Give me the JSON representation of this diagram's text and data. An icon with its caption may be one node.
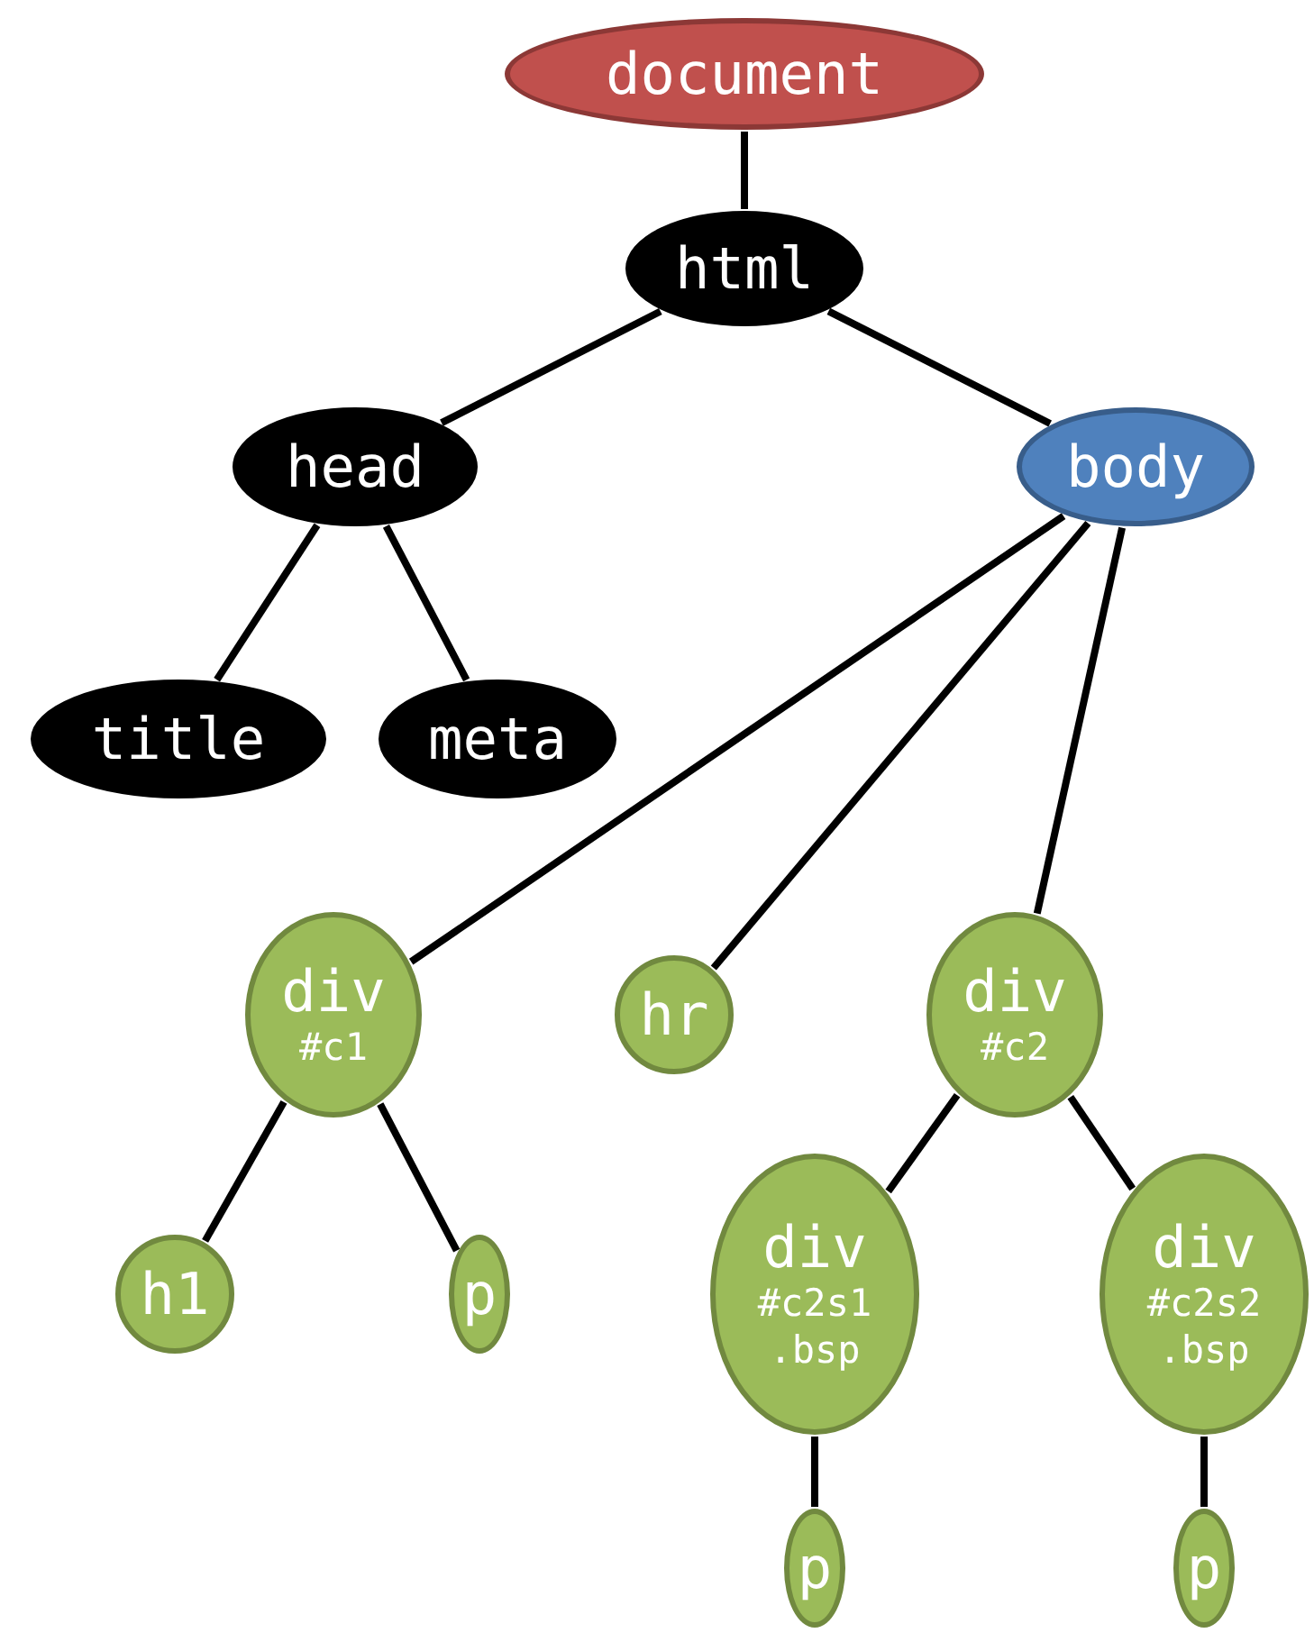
{
  "diagram": {
    "nodes": [
      {
        "text": [
          "document"
        ]
      },
      {
        "text": [
          "html"
        ]
      },
      {
        "text": [
          "head"
        ]
      },
      {
        "text": [
          "body"
        ]
      },
      {
        "text": [
          "title"
        ]
      },
      {
        "text": [
          "meta"
        ]
      },
      {
        "text": [
          "div",
          "#c1"
        ]
      },
      {
        "text": [
          "hr"
        ]
      },
      {
        "text": [
          "div",
          "#c2"
        ]
      },
      {
        "text": [
          "h1"
        ]
      },
      {
        "text": [
          "p"
        ]
      },
      {
        "text": [
          "div",
          "#c2s1",
          ".bsp"
        ]
      },
      {
        "text": [
          "div",
          "#c2s2",
          ".bsp"
        ]
      },
      {
        "text": [
          "p"
        ]
      },
      {
        "text": [
          "p"
        ]
      }
    ],
    "edges": [
      {
        "from": 0,
        "to": 1,
        "arrow": "none"
      },
      {
        "from": 1,
        "to": 2,
        "arrow": "none"
      },
      {
        "from": 1,
        "to": 3,
        "arrow": "none"
      },
      {
        "from": 2,
        "to": 4,
        "arrow": "none"
      },
      {
        "from": 2,
        "to": 5,
        "arrow": "none"
      },
      {
        "from": 3,
        "to": 6,
        "arrow": "none"
      },
      {
        "from": 3,
        "to": 7,
        "arrow": "none"
      },
      {
        "from": 3,
        "to": 8,
        "arrow": "none"
      },
      {
        "from": 6,
        "to": 9,
        "arrow": "none"
      },
      {
        "from": 6,
        "to": 10,
        "arrow": "none"
      },
      {
        "from": 8,
        "to": 11,
        "arrow": "none"
      },
      {
        "from": 8,
        "to": 12,
        "arrow": "none"
      },
      {
        "from": 11,
        "to": 13,
        "arrow": "none"
      },
      {
        "from": 12,
        "to": 14,
        "arrow": "none"
      }
    ]
  }
}
